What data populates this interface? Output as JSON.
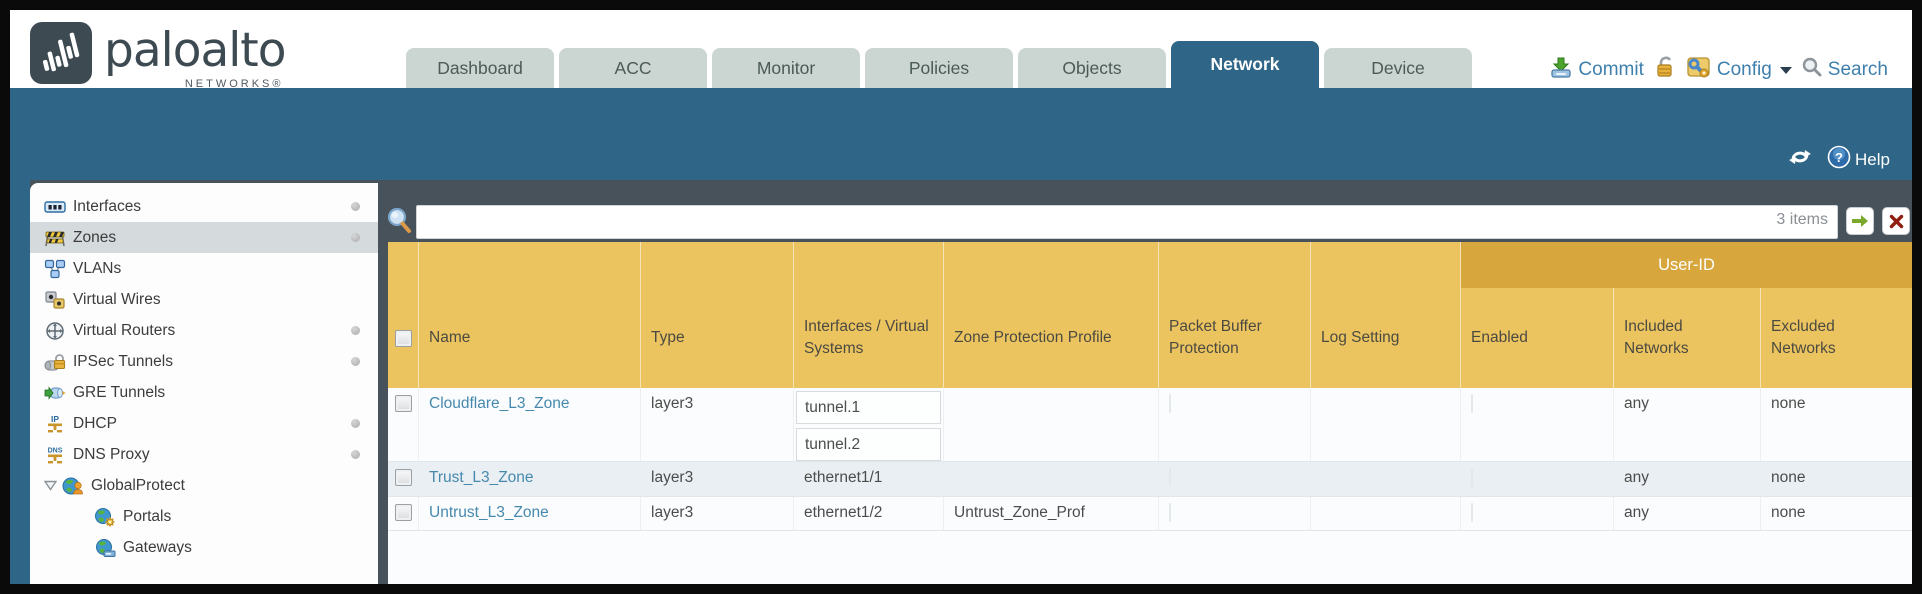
{
  "brand": {
    "wordmark": "paloalto",
    "networks": "NETWORKS®"
  },
  "nav": {
    "tabs": [
      {
        "label": "Dashboard",
        "active": false
      },
      {
        "label": "ACC",
        "active": false
      },
      {
        "label": "Monitor",
        "active": false
      },
      {
        "label": "Policies",
        "active": false
      },
      {
        "label": "Objects",
        "active": false
      },
      {
        "label": "Network",
        "active": true
      },
      {
        "label": "Device",
        "active": false
      }
    ],
    "actions": {
      "commit": "Commit",
      "config": "Config",
      "search": "Search"
    }
  },
  "band": {
    "help": "Help"
  },
  "sidebar": {
    "items": [
      {
        "label": "Interfaces",
        "icon": "interfaces-icon",
        "dot": true,
        "selected": false
      },
      {
        "label": "Zones",
        "icon": "zones-icon",
        "dot": true,
        "selected": true
      },
      {
        "label": "VLANs",
        "icon": "vlans-icon",
        "dot": false,
        "selected": false
      },
      {
        "label": "Virtual Wires",
        "icon": "virtual-wires-icon",
        "dot": false,
        "selected": false
      },
      {
        "label": "Virtual Routers",
        "icon": "virtual-routers-icon",
        "dot": true,
        "selected": false
      },
      {
        "label": "IPSec Tunnels",
        "icon": "ipsec-tunnels-icon",
        "dot": true,
        "selected": false
      },
      {
        "label": "GRE Tunnels",
        "icon": "gre-tunnels-icon",
        "dot": false,
        "selected": false
      },
      {
        "label": "DHCP",
        "icon": "dhcp-icon",
        "dot": true,
        "selected": false
      },
      {
        "label": "DNS Proxy",
        "icon": "dns-proxy-icon",
        "dot": true,
        "selected": false
      },
      {
        "label": "GlobalProtect",
        "icon": "globalprotect-icon",
        "dot": false,
        "selected": false,
        "expanded": true
      },
      {
        "label": "Portals",
        "icon": "portals-icon",
        "dot": false,
        "selected": false,
        "child": true
      },
      {
        "label": "Gateways",
        "icon": "gateways-icon",
        "dot": false,
        "selected": false,
        "child": true
      }
    ]
  },
  "toolbar": {
    "filter_value": "",
    "items_count": "3 items"
  },
  "table": {
    "headers": {
      "name": "Name",
      "type": "Type",
      "interfaces": "Interfaces / Virtual Systems",
      "zone_protection_profile": "Zone Protection Profile",
      "packet_buffer_protection": "Packet Buffer Protection",
      "log_setting": "Log Setting"
    },
    "user_id_group": {
      "label": "User-ID",
      "enabled": "Enabled",
      "included_networks": "Included Networks",
      "excluded_networks": "Excluded Networks"
    },
    "rows": [
      {
        "name": "Cloudflare_L3_Zone",
        "type": "layer3",
        "interfaces": [
          "tunnel.1",
          "tunnel.2"
        ],
        "zone_protection_profile": "",
        "packet_buffer_protection": false,
        "log_setting": "",
        "user_id_enabled": false,
        "included_networks": "any",
        "excluded_networks": "none"
      },
      {
        "name": "Trust_L3_Zone",
        "type": "layer3",
        "interfaces": [
          "ethernet1/1"
        ],
        "zone_protection_profile": "",
        "packet_buffer_protection": false,
        "log_setting": "",
        "user_id_enabled": false,
        "included_networks": "any",
        "excluded_networks": "none"
      },
      {
        "name": "Untrust_L3_Zone",
        "type": "layer3",
        "interfaces": [
          "ethernet1/2"
        ],
        "zone_protection_profile": "Untrust_Zone_Prof",
        "packet_buffer_protection": false,
        "log_setting": "",
        "user_id_enabled": false,
        "included_networks": "any",
        "excluded_networks": "none"
      }
    ]
  },
  "colors": {
    "teal_band": "#2F6587",
    "slate_panel": "#47525B",
    "header_gold": "#ECC45F",
    "user_id_gold": "#D7A63C",
    "link_blue": "#4689AD",
    "tab_inactive": "#CBD5D2",
    "action_blue": "#3E7FAE"
  }
}
